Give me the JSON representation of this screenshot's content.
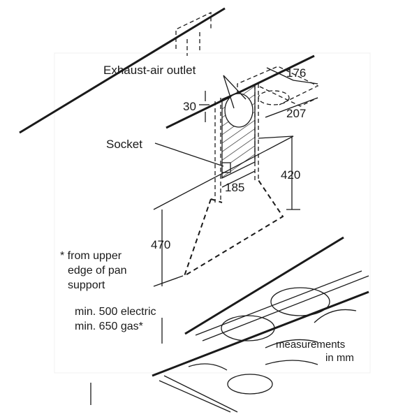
{
  "labels": {
    "exhaust_outlet": "Exhaust-air outlet",
    "socket": "Socket",
    "note_line1": "* from upper",
    "note_line2": "edge of pan",
    "note_line3": "support",
    "min_electric": "min. 500 electric",
    "min_gas": "min. 650 gas*",
    "units_line1": "measurements",
    "units_line2": "in mm"
  },
  "dimensions": {
    "width_176": "176",
    "depth_207": "207",
    "offset_30": "30",
    "width_185": "185",
    "height_420": "420",
    "height_470": "470"
  }
}
